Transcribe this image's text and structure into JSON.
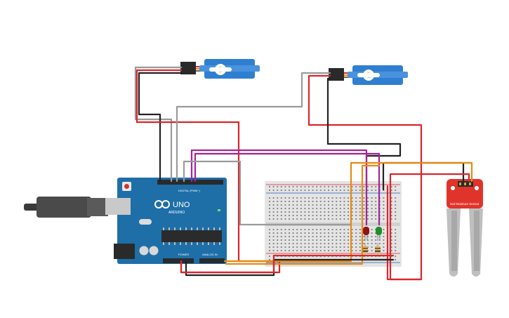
{
  "arduino": {
    "brand": "ARDUINO",
    "model": "UNO",
    "digital_label": "DIGITAL (PWM~)",
    "power_label": "POWER",
    "analog_label": "ANALOG IN",
    "board_color": "#1e6fa8"
  },
  "sensor": {
    "label": "Soil Moisture Sensor",
    "board_color": "#e0342b"
  },
  "servos": {
    "body_color": "#2f7fd0",
    "count": 2
  },
  "leds": [
    {
      "color": "#8b1414"
    },
    {
      "color": "#1f8f2a"
    }
  ],
  "wire_colors": {
    "black": "#222222",
    "red": "#d9262c",
    "gray": "#9a9a9a",
    "purple": "#a4249b",
    "orange": "#e88a12"
  }
}
